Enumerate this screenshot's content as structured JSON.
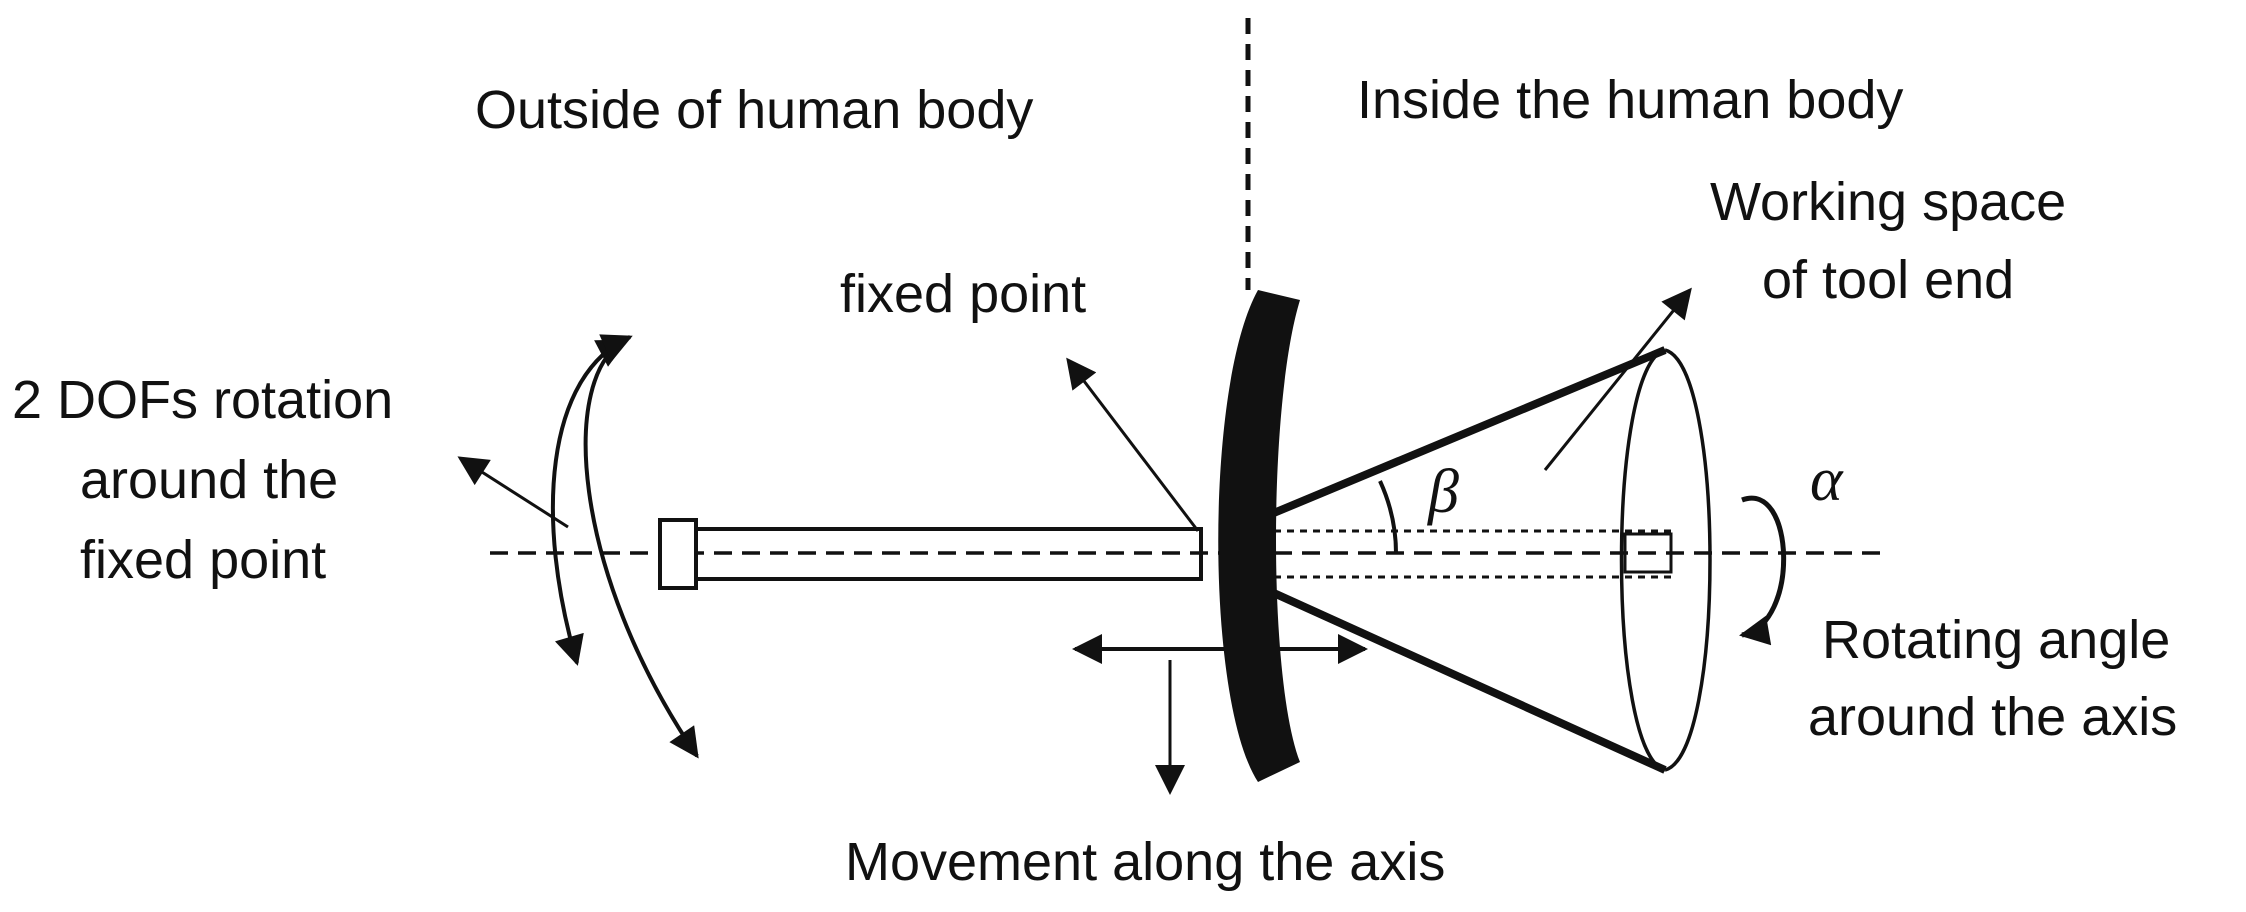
{
  "labels": {
    "outside": "Outside of human body",
    "inside": "Inside the human body",
    "fixed_point": "fixed point",
    "rotation_line1": "2 DOFs rotation",
    "rotation_line2": "around the",
    "rotation_line3": "fixed point",
    "workspace_line1": "Working space",
    "workspace_line2": "of tool end",
    "rotating_line1": "Rotating angle",
    "rotating_line2": "around the axis",
    "movement": "Movement along the axis",
    "alpha": "α",
    "beta": "β"
  },
  "colors": {
    "ink": "#111111",
    "background": "#ffffff"
  }
}
